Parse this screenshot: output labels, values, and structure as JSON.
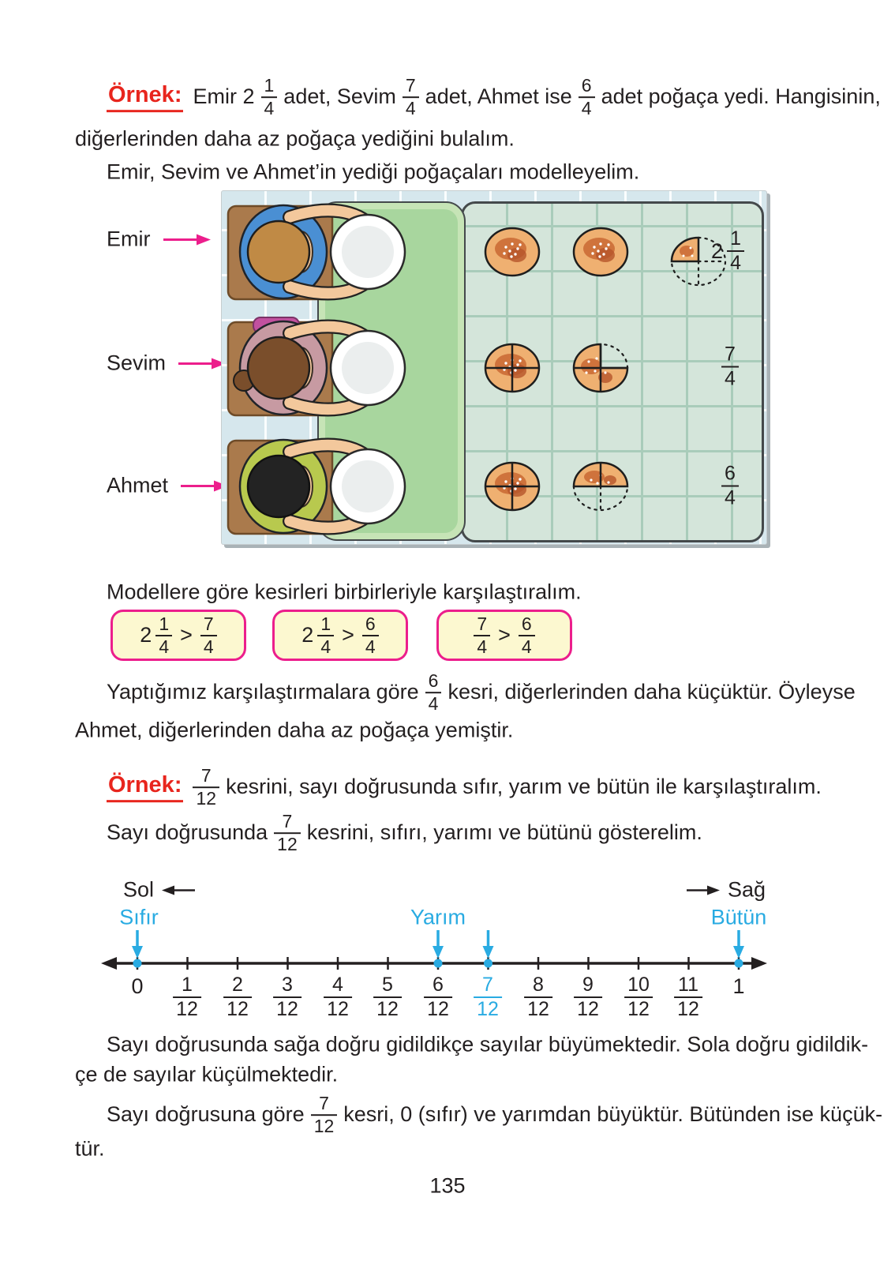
{
  "example1": {
    "label": "Örnek:",
    "t1": "Emir 2",
    "f1": {
      "n": "1",
      "d": "4"
    },
    "t2": "adet, Sevim",
    "f2": {
      "n": "7",
      "d": "4"
    },
    "t3": "adet, Ahmet ise",
    "f3": {
      "n": "6",
      "d": "4"
    },
    "t4": "adet poğaça yedi. Hangisinin,",
    "line2": "diğerlerinden daha az poğaça yediğini bulalım.",
    "line3": "Emir, Sevim ve Ahmet’in yediği poğaçaları modelleyelim."
  },
  "figure": {
    "rows": [
      {
        "name": "Emir",
        "whole": "2",
        "n": "1",
        "d": "4"
      },
      {
        "name": "Sevim",
        "n": "7",
        "d": "4"
      },
      {
        "name": "Ahmet",
        "n": "6",
        "d": "4"
      }
    ]
  },
  "compare_intro": "Modellere göre kesirleri birbirleriyle karşılaştıralım.",
  "comparisons": [
    {
      "lw": "2",
      "ln": "1",
      "ld": "4",
      "op": ">",
      "rn": "7",
      "rd": "4"
    },
    {
      "lw": "2",
      "ln": "1",
      "ld": "4",
      "op": ">",
      "rn": "6",
      "rd": "4"
    },
    {
      "ln": "7",
      "ld": "4",
      "op": ">",
      "rn": "6",
      "rd": "4"
    }
  ],
  "result1": {
    "t1": "Yaptığımız karşılaştırmalara göre",
    "f1": {
      "n": "6",
      "d": "4"
    },
    "t2": "kesri, diğerlerinden daha küçüktür. Öyleyse",
    "line2": "Ahmet, diğerlerinden daha az poğaça yemiştir."
  },
  "example2": {
    "label": "Örnek:",
    "f1": {
      "n": "7",
      "d": "12"
    },
    "t1": "kesrini, sayı doğrusunda sıfır, yarım ve bütün ile karşılaştıralım.",
    "t2": "Sayı doğrusunda",
    "f2": {
      "n": "7",
      "d": "12"
    },
    "t3": "kesrini, sıfırı, yarımı ve bütünü gösterelim."
  },
  "number_line": {
    "left": "Sol",
    "right": "Sağ",
    "zero": "Sıfır",
    "half": "Yarım",
    "whole": "Bütün",
    "ticks": [
      {
        "t": "0"
      },
      {
        "n": "1",
        "d": "12"
      },
      {
        "n": "2",
        "d": "12"
      },
      {
        "n": "3",
        "d": "12"
      },
      {
        "n": "4",
        "d": "12"
      },
      {
        "n": "5",
        "d": "12"
      },
      {
        "n": "6",
        "d": "12"
      },
      {
        "n": "7",
        "d": "12"
      },
      {
        "n": "8",
        "d": "12"
      },
      {
        "n": "9",
        "d": "12"
      },
      {
        "n": "10",
        "d": "12"
      },
      {
        "n": "11",
        "d": "12"
      },
      {
        "t": "1"
      }
    ]
  },
  "closing1": {
    "line1": "Sayı doğrusunda sağa doğru gidildikçe sayılar büyümektedir. Sola doğru gidildik-",
    "line2": "çe de sayılar küçülmektedir."
  },
  "closing2": {
    "t1": "Sayı doğrusuna göre",
    "f1": {
      "n": "7",
      "d": "12"
    },
    "t2": "kesri, 0 (sıfır) ve yarımdan büyüktür. Bütünden ise küçük-",
    "line2": "tür."
  },
  "page": {
    "number": "135"
  },
  "colors": {
    "accent_pink": "#EC1E8C",
    "accent_red": "#E8251D",
    "accent_cyan": "#29ABE2"
  }
}
